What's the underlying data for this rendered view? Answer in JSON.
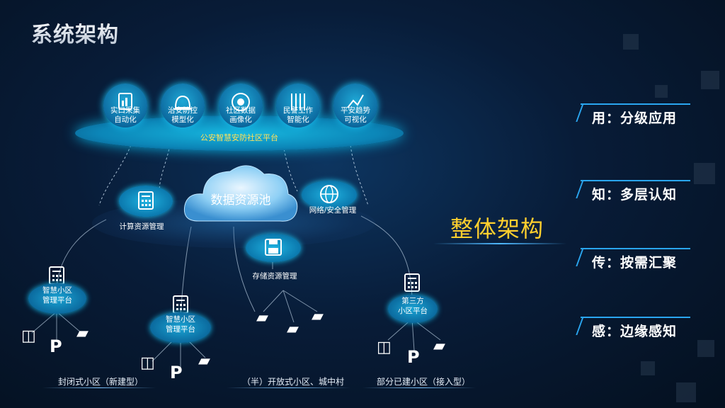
{
  "page_title": "系统架构",
  "platform": {
    "label": "公安智慧安防社区平台"
  },
  "top_icons": [
    {
      "icon": "chart-icon",
      "label": "实口采集\n自动化"
    },
    {
      "icon": "alarm-light-icon",
      "label": "治安防控\n模型化"
    },
    {
      "icon": "aperture-icon",
      "label": "社区数据\n画像化"
    },
    {
      "icon": "prison-bars-icon",
      "label": "民警工作\n智能化"
    },
    {
      "icon": "trend-icon",
      "label": "平安趋势\n可视化"
    }
  ],
  "middle": {
    "cloud_label": "数据资源池",
    "compute_label": "计算资源管理",
    "network_label": "网络/安全管理",
    "storage_label": "存储资源管理"
  },
  "nodes": {
    "left_platform": "智慧小区\n管理平台",
    "center_platform": "智慧小区\n管理平台",
    "third_party": "第三方\n小区平台"
  },
  "sites": [
    "封闭式小区（新建型）",
    "（半）开放式小区、城中村",
    "部分已建小区（接入型）"
  ],
  "overall_label": "整体架构",
  "layers": [
    "用：分级应用",
    "知：多层认知",
    "传：按需汇聚",
    "感：边缘感知"
  ],
  "colors": {
    "accent": "#ffcf2e",
    "cyan": "#17b7df",
    "bracket": "#2aa6f0"
  }
}
